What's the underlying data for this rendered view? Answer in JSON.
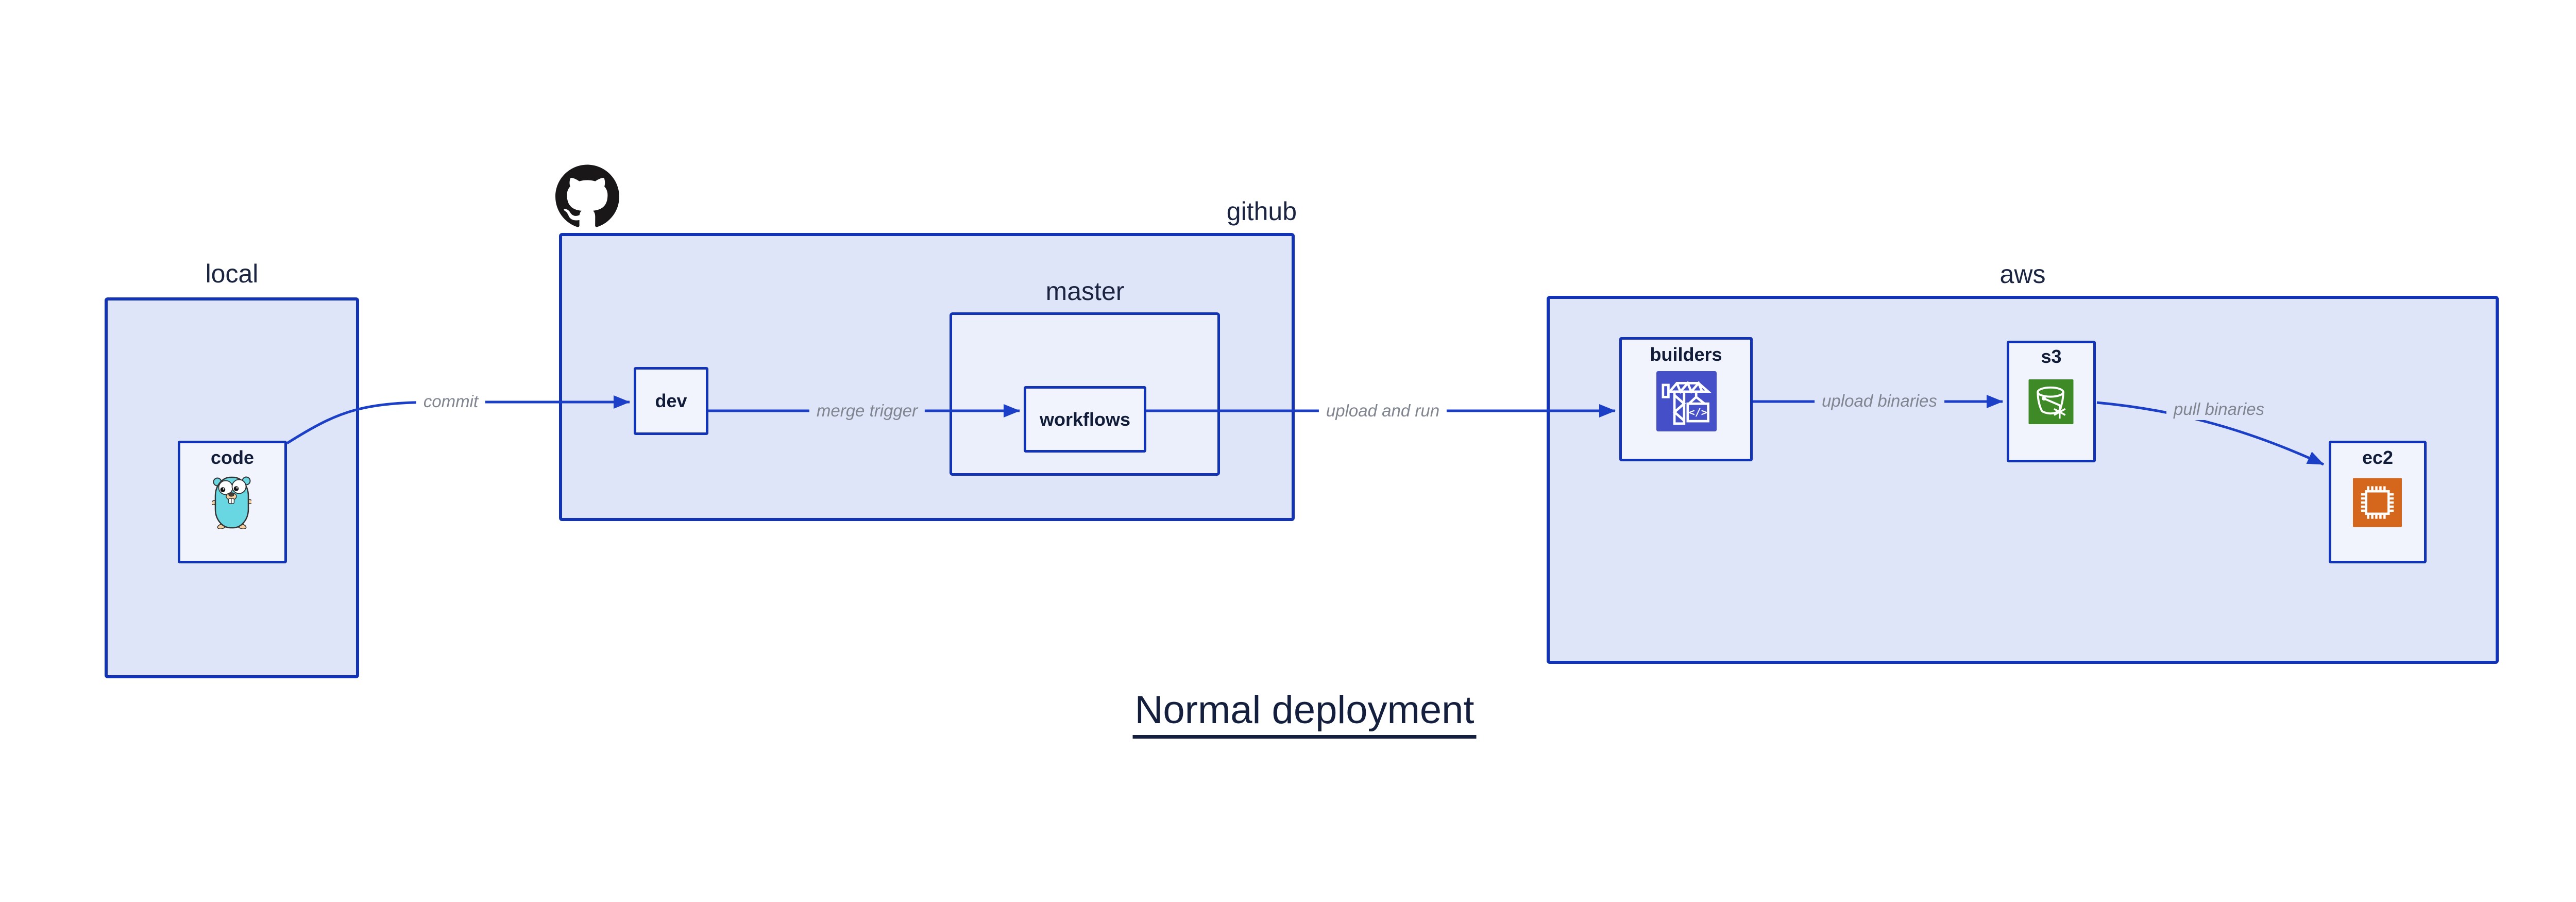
{
  "diagram_title": "Normal deployment",
  "containers": {
    "local": {
      "label": "local"
    },
    "github": {
      "label": "github"
    },
    "master": {
      "label": "master"
    },
    "aws": {
      "label": "aws"
    }
  },
  "nodes": {
    "code": {
      "label": "code",
      "icon": "go-gopher-icon"
    },
    "dev": {
      "label": "dev"
    },
    "workflows": {
      "label": "workflows"
    },
    "builders": {
      "label": "builders",
      "icon": "construction-crane-icon"
    },
    "s3": {
      "label": "s3",
      "icon": "s3-bucket-icon"
    },
    "ec2": {
      "label": "ec2",
      "icon": "cpu-chip-icon"
    }
  },
  "edges": {
    "commit": {
      "label": "commit",
      "from": "code",
      "to": "dev"
    },
    "merge_trigger": {
      "label": "merge trigger",
      "from": "dev",
      "to": "workflows"
    },
    "upload_and_run": {
      "label": "upload and run",
      "from": "workflows",
      "to": "builders"
    },
    "upload_binaries": {
      "label": "upload binaries",
      "from": "builders",
      "to": "s3"
    },
    "pull_binaries": {
      "label": "pull binaries",
      "from": "s3",
      "to": "ec2"
    }
  },
  "colors": {
    "canvas_bg": "#ffffff",
    "container_fill": "#dfe5f9",
    "master_fill": "#ebeffb",
    "node_fill": "#f1f4fd",
    "border_blue": "#1233b6",
    "arrow_blue": "#1b3fc7",
    "heading_navy": "#1b2541",
    "node_label_navy": "#111c38",
    "edge_label_gray": "#81858f",
    "title_navy": "#141f3d",
    "octocat_black": "#191717",
    "gopher_teal": "#69d7e2",
    "builders_icon_bg": "#444fc8",
    "s3_icon_bg": "#3e8a27",
    "ec2_icon_bg": "#d4671c"
  }
}
